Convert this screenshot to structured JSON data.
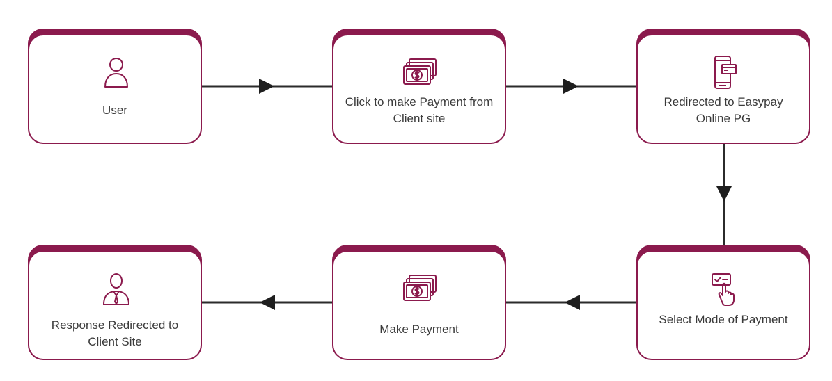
{
  "colors": {
    "accent": "#8b1a4d",
    "connector": "#2b2b2b",
    "text": "#3a3a3a"
  },
  "nodes": [
    {
      "id": "user",
      "label": "User",
      "icon": "user-icon"
    },
    {
      "id": "click",
      "label": "Click to make Payment from Client site",
      "icon": "money-icon"
    },
    {
      "id": "redirected",
      "label": "Redirected to Easypay Online PG",
      "icon": "mobile-payment-icon"
    },
    {
      "id": "select",
      "label": "Select Mode of Payment",
      "icon": "touch-select-icon"
    },
    {
      "id": "make",
      "label": "Make Payment",
      "icon": "money-icon"
    },
    {
      "id": "response",
      "label": "Response Redirected to Client Site",
      "icon": "business-user-icon"
    }
  ],
  "edges": [
    {
      "from": "user",
      "to": "click"
    },
    {
      "from": "click",
      "to": "redirected"
    },
    {
      "from": "redirected",
      "to": "select"
    },
    {
      "from": "select",
      "to": "make"
    },
    {
      "from": "make",
      "to": "response"
    }
  ]
}
